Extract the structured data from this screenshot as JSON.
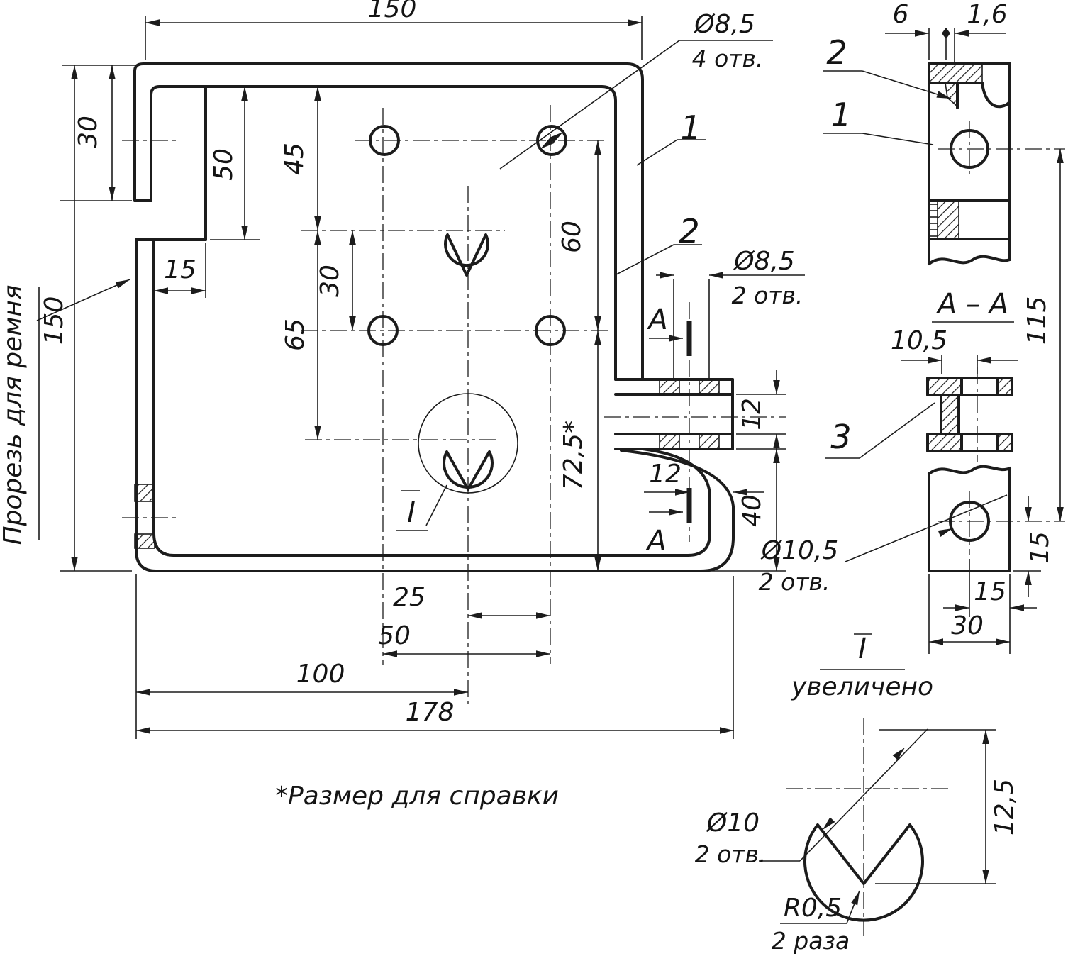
{
  "palette": {
    "ink": "#1c1c1c",
    "paper": "#ffffff"
  },
  "main_view": {
    "dim_top_width": "150",
    "dim_left_height": "150",
    "dim_30_top": "30",
    "dim_50_slot": "50",
    "dim_45": "45",
    "dim_15": "15",
    "dim_60": "60",
    "dim_30_mid": "30",
    "dim_65": "65",
    "dim_72_5": "72,5*",
    "dim_12_bush": "12",
    "dim_12_offset": "12",
    "dim_40": "40",
    "dim_25": "25",
    "dim_50_bottom": "50",
    "dim_100": "100",
    "dim_178": "178",
    "holes4_d": "Ø8,5",
    "holes4_qty": "4 отв.",
    "holes2_d": "Ø8,5",
    "holes2_qty": "2 отв.",
    "callout_1": "1",
    "callout_2": "2",
    "section_letter": "A",
    "detail_marker": "I",
    "slot_label": "Прорезь для ремня"
  },
  "side_view": {
    "dim_6": "6",
    "dim_1_6": "1,6",
    "callout_2": "2",
    "callout_1": "1",
    "dim_115": "115"
  },
  "section_aa": {
    "title": "A – A",
    "dim_10_5": "10,5",
    "callout_3": "3"
  },
  "plate_view": {
    "hole_d": "Ø10,5",
    "hole_qty": "2 отв.",
    "dim_15_vert": "15",
    "dim_15_horiz": "15",
    "dim_30": "30"
  },
  "detail_i": {
    "marker": "I",
    "caption": "увеличено",
    "hole_d": "Ø10",
    "hole_qty": "2 отв.",
    "dim_12_5": "12,5",
    "radius": "R0,5",
    "radius_qty": "2 раза"
  },
  "footnote": "*Размер для справки"
}
